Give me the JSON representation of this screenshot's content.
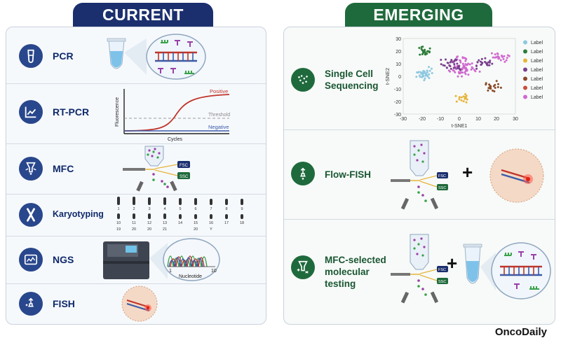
{
  "headers": {
    "current": "CURRENT",
    "emerging": "EMERGING"
  },
  "current_rows": [
    {
      "label": "PCR",
      "icon": "tube-icon"
    },
    {
      "label": "RT-PCR",
      "icon": "trend-graph-icon"
    },
    {
      "label": "MFC",
      "icon": "flow-cytometer-icon"
    },
    {
      "label": "Karyotyping",
      "icon": "chromosome-icon"
    },
    {
      "label": "NGS",
      "icon": "sequencer-icon"
    },
    {
      "label": "FISH",
      "icon": "microscope-probe-icon"
    }
  ],
  "emerging_rows": [
    {
      "label": "Single Cell\nSequencing",
      "icon": "cell-cluster-icon"
    },
    {
      "label": "Flow-FISH",
      "icon": "flow-fish-icon"
    },
    {
      "label": "MFC-selected\nmolecular\ntesting",
      "icon": "flow-molecular-icon"
    }
  ],
  "rtpcr_plot": {
    "ylabel": "Fluorescence",
    "xlabel": "Cycles",
    "positive": "Positive",
    "threshold": "Threshold",
    "negative": "Negative"
  },
  "mfc_labels": {
    "fsc": "FSC",
    "ssc": "SSC"
  },
  "karyotype_labels": [
    "1",
    "2",
    "3",
    "4",
    "5",
    "6",
    "7",
    "8",
    "9",
    "10",
    "11",
    "12",
    "13",
    "14",
    "15",
    "16",
    "17",
    "18",
    "19",
    "20",
    "20",
    "21",
    "20",
    "Y"
  ],
  "ngs": {
    "x_start": "1",
    "x_end": "10",
    "xlabel": "Nucleotide"
  },
  "tsne": {
    "xlabel": "t-SNE1",
    "ylabel": "t-SNE2",
    "xticks": [
      "-30",
      "-20",
      "-10",
      "0",
      "10",
      "20",
      "30"
    ],
    "yticks": [
      "30",
      "20",
      "10",
      "0",
      "-10",
      "-20",
      "-30"
    ],
    "legend": [
      "Label",
      "Label",
      "Label",
      "Label",
      "Label",
      "Label",
      "Label"
    ],
    "colors": [
      "#8fc8e0",
      "#2e7d3a",
      "#e7b43a",
      "#7a3f8f",
      "#8a4a2a",
      "#c94f3a",
      "#d06ad0"
    ]
  },
  "plus_signs": [
    "+",
    "+"
  ],
  "brand": "OncoDaily",
  "colors": {
    "navy": "#1b2f6e",
    "green": "#1f6a3c",
    "accent_red": "#c0352b",
    "blue_line": "#3b5ba8"
  }
}
